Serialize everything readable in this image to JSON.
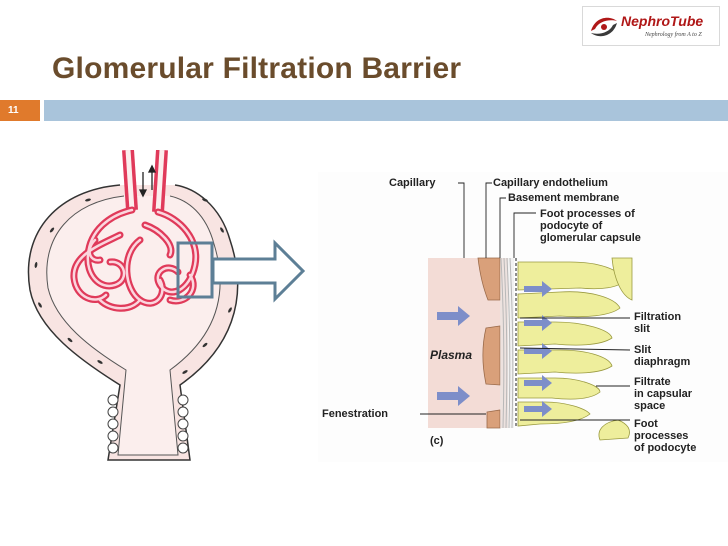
{
  "slide": {
    "title": "Glomerular Filtration Barrier",
    "number": "11"
  },
  "logo": {
    "name": "NephroTube",
    "tagline": "Nephrology from A to Z"
  },
  "diagram": {
    "labels": {
      "capillary": "Capillary",
      "capillary_endothelium": "Capillary endothelium",
      "basement_membrane": "Basement membrane",
      "foot_processes_line1": "Foot processes of",
      "foot_processes_line2": "podocyte of",
      "foot_processes_line3": "glomerular capsule",
      "filtration_slit_line1": "Filtration",
      "filtration_slit_line2": "slit",
      "slit_diaphragm_line1": "Slit",
      "slit_diaphragm_line2": "diaphragm",
      "filtrate_line1": "Filtrate",
      "filtrate_line2": "in capsular",
      "filtrate_line3": "space",
      "foot_line1": "Foot",
      "foot_line2": "processes",
      "foot_line3": "of podocyte",
      "plasma": "Plasma",
      "fenestration": "Fenestration",
      "panel": "(c)"
    },
    "colors": {
      "vessel": "#e03a5a",
      "plasma_bg": "#f3dcd6",
      "endothelium": "#d9a07a",
      "podocyte": "#eeee9c",
      "flow_arrow": "#7d8ec9",
      "pointer_arrow": "#5d7f96"
    }
  }
}
